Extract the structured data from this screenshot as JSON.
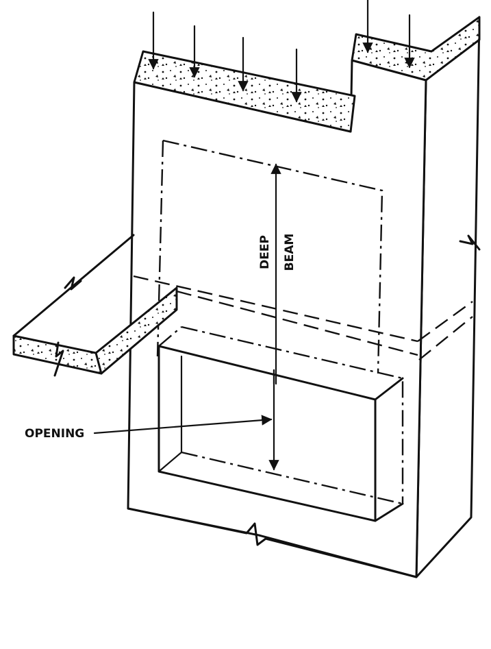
{
  "labels": {
    "deep": "DEEP",
    "beam": "BEAM",
    "opening": "OPENING"
  },
  "colors": {
    "ink": "#111111",
    "paper": "#ffffff"
  }
}
